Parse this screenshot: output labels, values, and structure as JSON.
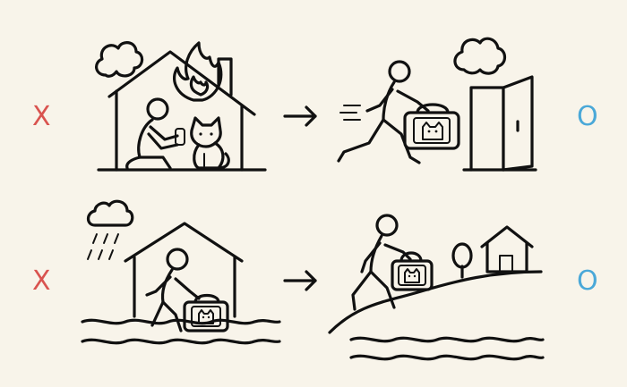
{
  "marks": {
    "wrong": "X",
    "right": "O"
  },
  "colors": {
    "background": "#f8f4ea",
    "line": "#111111",
    "wrong_mark": "#d9534f",
    "right_mark": "#4aa8d8"
  },
  "scenes": [
    {
      "id": "fire-wrong",
      "mark": "X",
      "icons": [
        "smoke-icon",
        "house-icon",
        "fire-icon",
        "kneeling-person-icon",
        "cat-icon"
      ]
    },
    {
      "id": "fire-right",
      "mark": "O",
      "icons": [
        "running-person-icon",
        "pet-carrier-icon",
        "door-icon",
        "smoke-icon"
      ]
    },
    {
      "id": "flood-wrong",
      "mark": "X",
      "icons": [
        "rain-cloud-icon",
        "house-icon",
        "walking-person-icon",
        "pet-carrier-icon",
        "water-waves-icon"
      ]
    },
    {
      "id": "flood-right",
      "mark": "O",
      "icons": [
        "walking-person-icon",
        "pet-carrier-icon",
        "hill-icon",
        "tree-icon",
        "house-icon",
        "water-waves-icon"
      ]
    }
  ]
}
